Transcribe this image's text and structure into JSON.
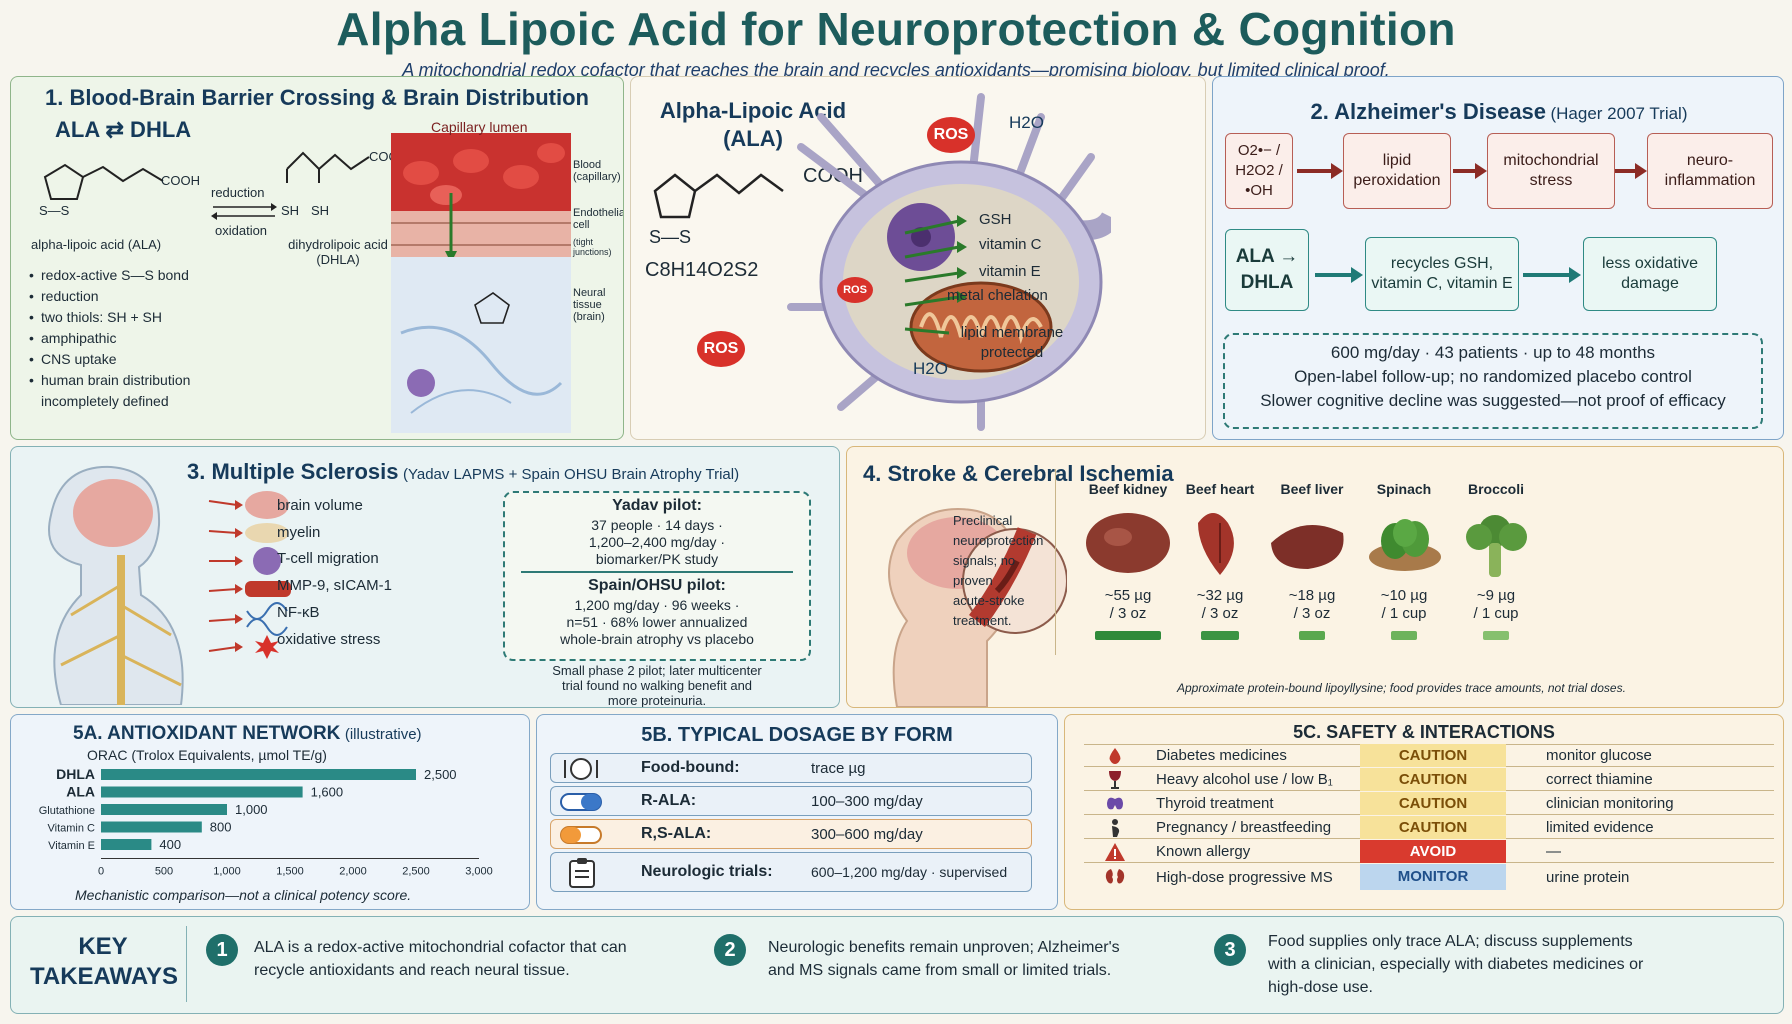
{
  "header": {
    "title": "Alpha Lipoic Acid for Neuroprotection & Cognition",
    "subtitle": "A mitochondrial redox cofactor that reaches the brain and recycles antioxidants—promising biology, but limited clinical proof."
  },
  "bbb": {
    "title": "1. Blood-Brain Barrier Crossing & Brain Distribution",
    "ala_dhla": "ALA ⇄ DHLA",
    "ala_label": "alpha-lipoic acid (ALA)",
    "dhla_label": "dihydrolipoic acid (DHLA)",
    "cooh": "COOH",
    "ss": "S—S",
    "sh1": "SH",
    "sh2": "SH",
    "reduction": "reduction",
    "oxidation": "oxidation",
    "capillary_lumen": "Capillary lumen",
    "blood": "Blood (capillary)",
    "endothelial": "Endothelial cell",
    "tight": "(tight junctions)",
    "neural": "Neural tissue (brain)",
    "bullets": [
      "redox-active S—S bond",
      "reduction",
      "two thiols: SH + SH",
      "amphipathic",
      "CNS uptake",
      "human brain distribution incompletely defined"
    ]
  },
  "center": {
    "title": "Alpha-Lipoic Acid (ALA)",
    "cooh": "COOH",
    "ss": "S—S",
    "formula": "C8H14O2S2",
    "ros1": "ROS",
    "ros2": "ROS",
    "ros3": "ROS",
    "h2o1": "H2O",
    "h2o2": "H2O",
    "outputs": [
      "GSH",
      "vitamin C",
      "vitamin E",
      "metal chelation",
      "lipid membrane protected"
    ]
  },
  "ad": {
    "title": "2. Alzheimer's Disease",
    "title_note": "(Hager 2007 Trial)",
    "row1": [
      "O2•− / H2O2 / •OH",
      "lipid peroxidation",
      "mitochondrial stress",
      "neuro-inflammation"
    ],
    "row2": [
      "ALA → DHLA",
      "recycles GSH, vitamin C, vitamin E",
      "less oxidative damage"
    ],
    "trial": [
      "600 mg/day · 43 patients · up to 48 months",
      "Open-label follow-up; no randomized placebo control",
      "Slower cognitive decline was suggested—not proof of efficacy"
    ]
  },
  "ms": {
    "title": "3. Multiple Sclerosis",
    "title_note": "(Yadav LAPMS + Spain OHSU Brain Atrophy Trial)",
    "items": [
      "brain volume",
      "myelin",
      "T-cell migration",
      "MMP-9, sICAM-1",
      "NF-κB",
      "oxidative stress"
    ],
    "yadav_title": "Yadav pilot:",
    "yadav_text": [
      "37 people · 14 days ·",
      "1,200–2,400 mg/day ·",
      "biomarker/PK study"
    ],
    "spain_title": "Spain/OHSU pilot:",
    "spain_text": [
      "1,200 mg/day · 96 weeks ·",
      "n=51 · 68% lower annualized",
      "whole-brain atrophy vs placebo"
    ],
    "note": [
      "Small phase 2 pilot; later multicenter",
      "trial found no walking benefit and",
      "more proteinuria."
    ]
  },
  "stroke": {
    "title": "4. Stroke & Cerebral Ischemia",
    "text": [
      "Preclinical",
      "neuroprotection",
      "signals; no proven",
      "acute-stroke",
      "treatment."
    ],
    "foods": [
      {
        "name": "Beef kidney",
        "amount": "~55 µg",
        "unit": "/ 3 oz",
        "value": 55
      },
      {
        "name": "Beef heart",
        "amount": "~32 µg",
        "unit": "/ 3 oz",
        "value": 32
      },
      {
        "name": "Beef liver",
        "amount": "~18 µg",
        "unit": "/ 3 oz",
        "value": 18
      },
      {
        "name": "Spinach",
        "amount": "~10 µg",
        "unit": "/ 1 cup",
        "value": 10
      },
      {
        "name": "Broccoli",
        "amount": "~9 µg",
        "unit": "/ 1 cup",
        "value": 9
      }
    ],
    "footnote": "Approximate protein-bound lipoyllysine; food provides trace amounts, not trial doses."
  },
  "chart_data": {
    "type": "bar",
    "title": "5A. ANTIOXIDANT NETWORK",
    "title_note": "(illustrative)",
    "ylabel": "ORAC (Trolox Equivalents, µmol TE/g)",
    "categories": [
      "DHLA",
      "ALA",
      "Glutathione",
      "Vitamin C",
      "Vitamin E"
    ],
    "values": [
      2500,
      1600,
      1000,
      800,
      400
    ],
    "value_labels": [
      "2,500",
      "1,600",
      "1,000",
      "800",
      "400"
    ],
    "xlim": [
      0,
      3000
    ],
    "ticks": [
      "0",
      "500",
      "1,000",
      "1,500",
      "2,000",
      "2,500",
      "3,000"
    ],
    "caption": "Mechanistic comparison—not a clinical potency score.",
    "color": "#2a8a86"
  },
  "dosage": {
    "title": "5B. TYPICAL DOSAGE BY FORM",
    "rows": [
      {
        "form": "Food-bound:",
        "dose": "trace µg"
      },
      {
        "form": "R-ALA:",
        "dose": "100–300 mg/day"
      },
      {
        "form": "R,S-ALA:",
        "dose": "300–600 mg/day"
      },
      {
        "form": "Neurologic trials:",
        "dose": "600–1,200 mg/day · supervised"
      }
    ]
  },
  "safety": {
    "title": "5C. SAFETY & INTERACTIONS",
    "rows": [
      {
        "item": "Diabetes medicines",
        "level": "CAUTION",
        "note": "monitor glucose"
      },
      {
        "item": "Heavy alcohol use / low B₁",
        "level": "CAUTION",
        "note": "correct thiamine"
      },
      {
        "item": "Thyroid treatment",
        "level": "CAUTION",
        "note": "clinician monitoring"
      },
      {
        "item": "Pregnancy / breastfeeding",
        "level": "CAUTION",
        "note": "limited evidence"
      },
      {
        "item": "Known allergy",
        "level": "AVOID",
        "note": "—"
      },
      {
        "item": "High-dose progressive MS",
        "level": "MONITOR",
        "note": "urine protein"
      }
    ]
  },
  "takeaways": {
    "title": "KEY TAKEAWAYS",
    "items": [
      {
        "num": "1",
        "text": "ALA is a redox-active mitochondrial cofactor that can recycle antioxidants and reach neural tissue."
      },
      {
        "num": "2",
        "text": "Neurologic benefits remain unproven; Alzheimer's and MS signals came from small or limited trials."
      },
      {
        "num": "3",
        "text": "Food supplies only trace ALA; discuss supplements with a clinician, especially with diabetes medicines or high-dose use."
      }
    ]
  }
}
